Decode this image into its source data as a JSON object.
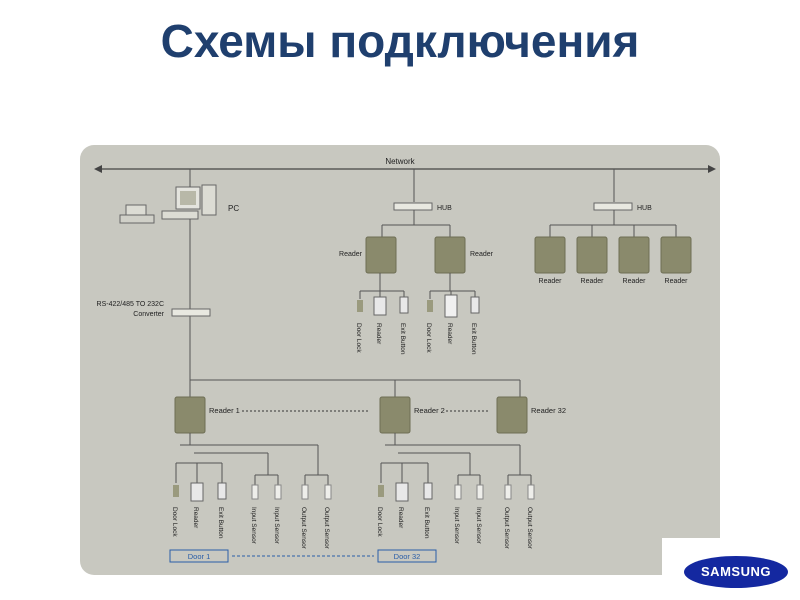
{
  "slide": {
    "title": "Схемы подключения"
  },
  "diagram": {
    "network_label": "Network",
    "pc_label": "PC",
    "converter_label_line1": "RS-422/485 TO 232C",
    "converter_label_line2": "Converter",
    "hub_label": "HUB",
    "reader_label": "Reader",
    "door_lock_label": "Door Lock",
    "exit_button_label": "Exit Button",
    "input_sensor_label": "Input Sensor",
    "output_sensor_label": "Output Sensor",
    "reader_1_label": "Reader 1",
    "reader_2_label": "Reader 2",
    "reader_32_label": "Reader 32",
    "door_1_label": "Door 1",
    "door_32_label": "Door 32"
  },
  "logo": {
    "text": "SAMSUNG"
  },
  "colors": {
    "title": "#1f3f6e",
    "panel": "#c8c8c0",
    "device": "#8a8a6c",
    "line": "#555555",
    "door_accent": "#2a5ea8",
    "logo": "#1428a0"
  }
}
